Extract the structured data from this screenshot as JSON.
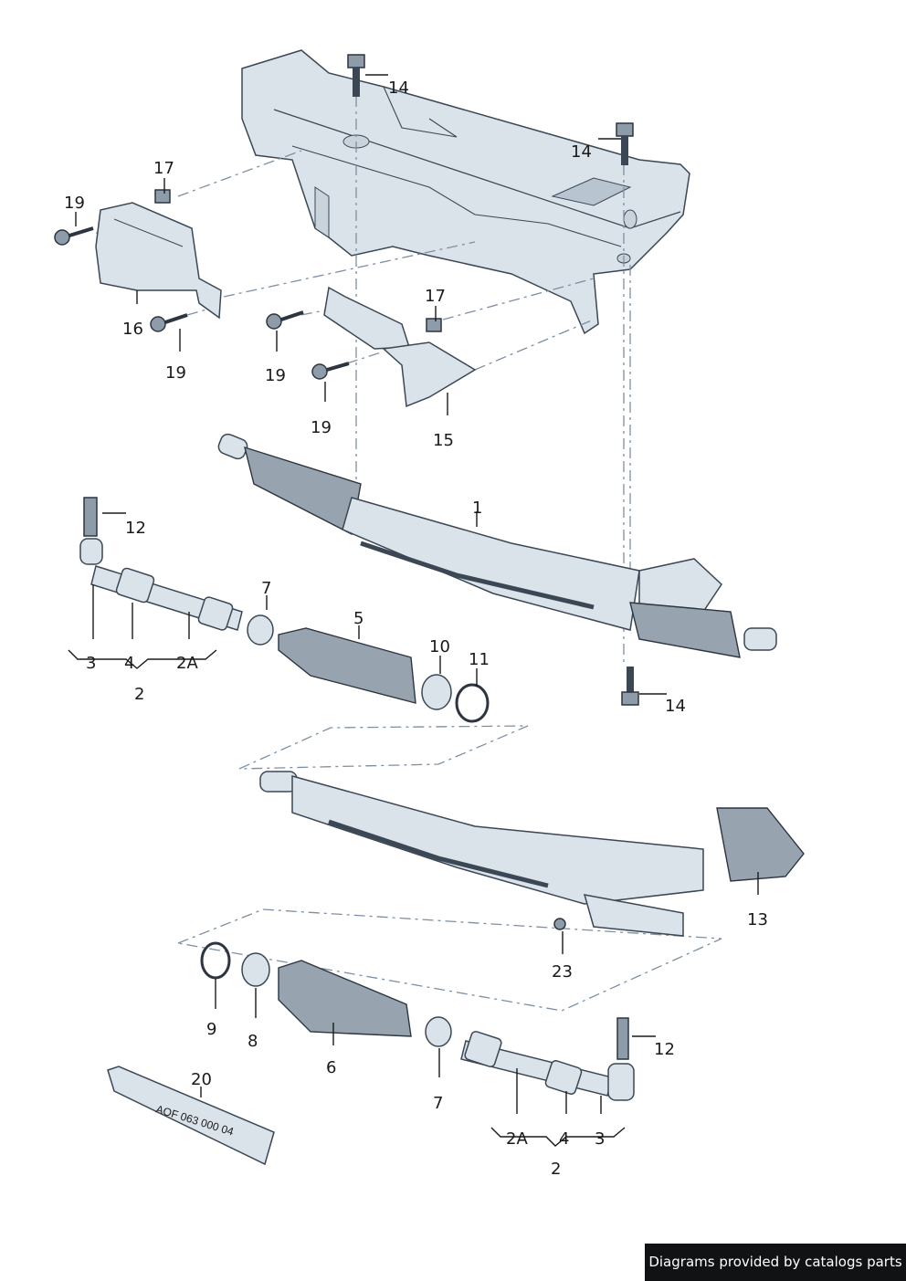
{
  "callouts": {
    "c14a": "14",
    "c14b": "14",
    "c14c": "14",
    "c17a": "17",
    "c17b": "17",
    "c19a": "19",
    "c19b": "19",
    "c19c": "19",
    "c19d": "19",
    "c16": "16",
    "c15": "15",
    "c1": "1",
    "c12a": "12",
    "c12b": "12",
    "c3a": "3",
    "c4a": "4",
    "c2Aa": "2A",
    "c2a": "2",
    "c7a": "7",
    "c5": "5",
    "c10": "10",
    "c11": "11",
    "c13": "13",
    "c23": "23",
    "c9": "9",
    "c8": "8",
    "c6": "6",
    "c7b": "7",
    "c20": "20",
    "c2Ab": "2A",
    "c4b": "4",
    "c3b": "3",
    "c2b": "2"
  },
  "tube_text": "AOF 063 000 04",
  "footer": "Diagrams provided by catalogs parts",
  "colors": {
    "metal": "#dbe3ea",
    "outline": "#3b4754",
    "boot": "#97a3af",
    "dashline": "#7d8fa3",
    "footer_bg": "#101214"
  }
}
